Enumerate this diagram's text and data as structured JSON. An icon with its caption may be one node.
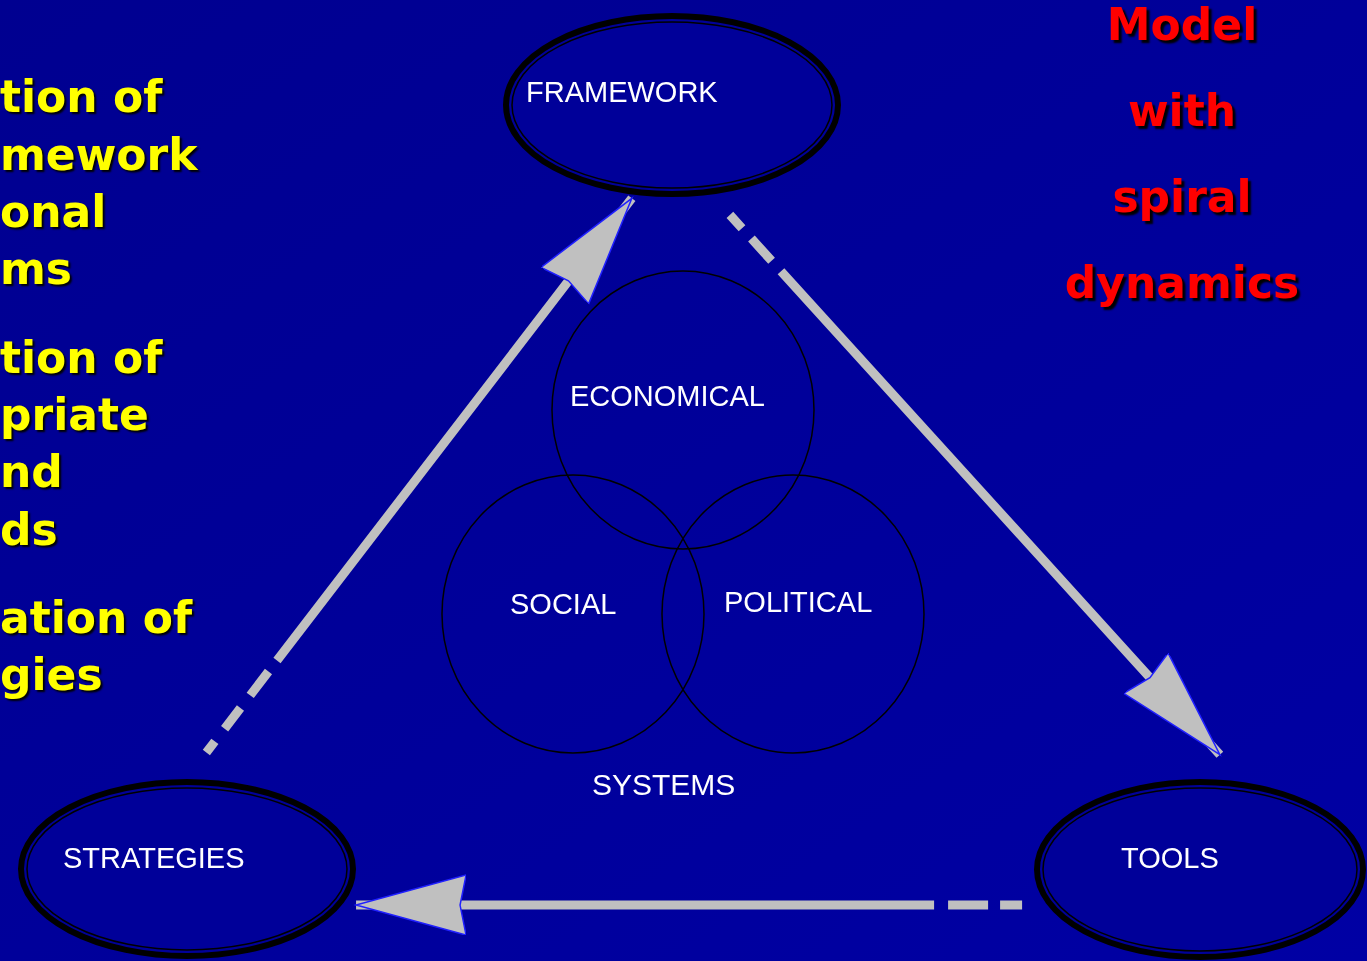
{
  "diagram": {
    "nodes": [
      {
        "text": [
          "FRAMEWORK"
        ]
      },
      {
        "text": [
          "STRATEGIES"
        ]
      },
      {
        "text": [
          "TOOLS"
        ]
      },
      {
        "text": [
          "ECONOMICAL"
        ]
      },
      {
        "text": [
          "SOCIAL"
        ]
      },
      {
        "text": [
          "POLITICAL"
        ]
      }
    ],
    "edges": [
      {
        "from": 1,
        "to": 0,
        "arrow": "to"
      },
      {
        "from": 0,
        "to": 2,
        "arrow": "to"
      },
      {
        "from": 2,
        "to": 1,
        "arrow": "to"
      }
    ],
    "labels": [
      "tion of",
      "mework",
      "onal",
      "ms",
      "tion of",
      "priate",
      "nd",
      "ds",
      "ation of",
      "gies",
      "Model with spiral dynamics",
      "SYSTEMS"
    ]
  }
}
